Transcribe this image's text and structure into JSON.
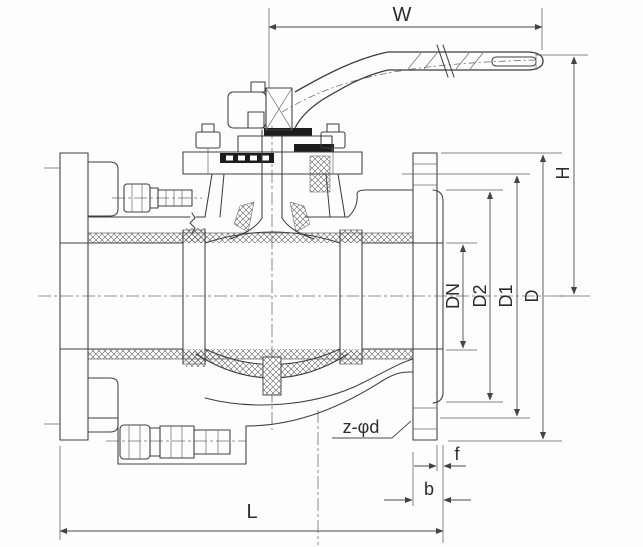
{
  "drawing": {
    "title": "flanged-ball-valve-section",
    "line_color": "#3e3e3e",
    "background": "#fdfdfd",
    "labels": {
      "W": "W",
      "H": "H",
      "DN": "DN",
      "D2": "D2",
      "D1": "D1",
      "D": "D",
      "bolt_holes": "z-φd",
      "f": "f",
      "b": "b",
      "L": "L"
    }
  }
}
